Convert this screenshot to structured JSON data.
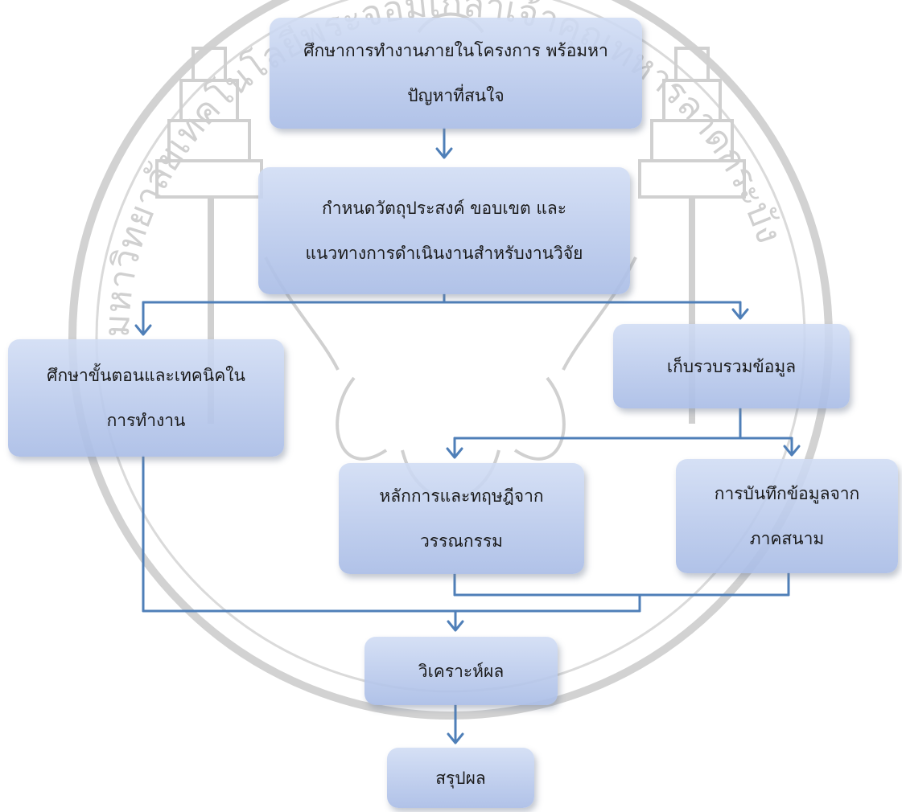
{
  "diagram": {
    "nodes": {
      "study_project": {
        "line1": "ศึกษาการทำงานภายในโครงการ พร้อมหา",
        "line2": "ปัญหาที่สนใจ"
      },
      "define_scope": {
        "line1": "กำหนดวัตถุประสงค์ ขอบเขต และ",
        "line2": "แนวทางการดำเนินงานสำหรับงานวิจัย"
      },
      "study_steps": {
        "line1": "ศึกษาขั้นตอนและเทคนิคใน",
        "line2": "การทำงาน"
      },
      "collect_data": {
        "line1": "เก็บรวบรวมข้อมูล"
      },
      "principles": {
        "line1": "หลักการและทฤษฎีจาก",
        "line2": "วรรณกรรม"
      },
      "field_record": {
        "line1": "การบันทึกข้อมูลจาก",
        "line2": "ภาคสนาม"
      },
      "analyze": {
        "line1": "วิเคราะห์ผล"
      },
      "conclude": {
        "line1": "สรุปผล"
      }
    },
    "connector_color": "#4f7fb8",
    "watermark_color": "#c9c9c9"
  },
  "watermark_text": "มหาวิทยาลัยเทคโนโลยีพระจอมเกล้าเจ้าคุณทหารลาดกระบัง"
}
